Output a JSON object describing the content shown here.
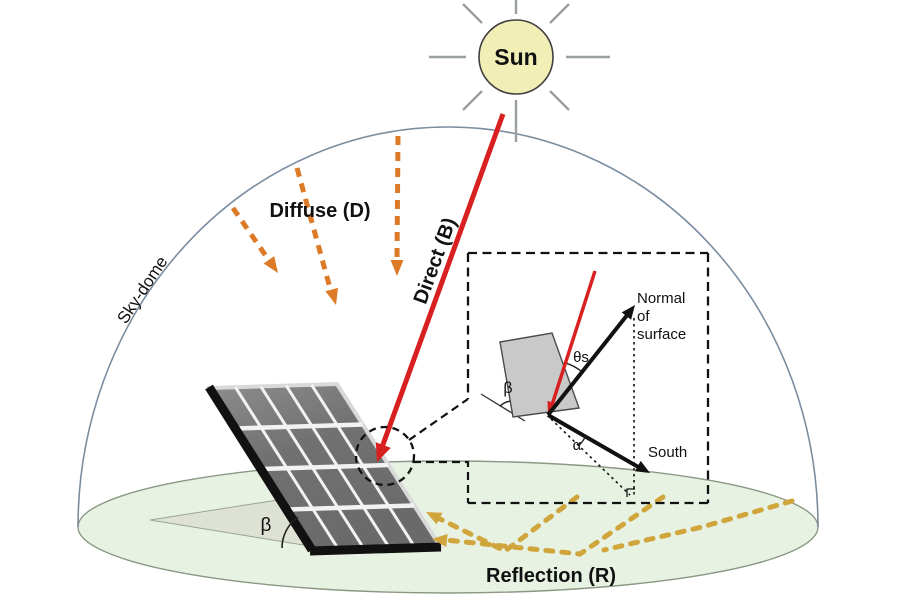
{
  "labels": {
    "sun": "Sun",
    "diffuse": "Diffuse (D)",
    "direct": "Direct (B)",
    "sky_dome": "Sky-dome",
    "reflection": "Reflection (R)",
    "beta": "β",
    "inset": {
      "normal_line1": "Normal",
      "normal_line2": "of",
      "normal_line3": "surface",
      "theta_s": "θs",
      "alpha": "α",
      "beta": "β",
      "south": "South"
    }
  },
  "colors": {
    "direct_beam": "#d92020",
    "diffuse_arrows": "#dc7a28",
    "reflection_arrows": "#d0a53c",
    "sun_fill": "#f2efb6",
    "ground_fill": "#e7f2e3",
    "dome_stroke": "#7b8ea0",
    "wedge_fill": "#dde2d4",
    "panel_dark": "#6f6f6f",
    "ink": "#111111"
  }
}
